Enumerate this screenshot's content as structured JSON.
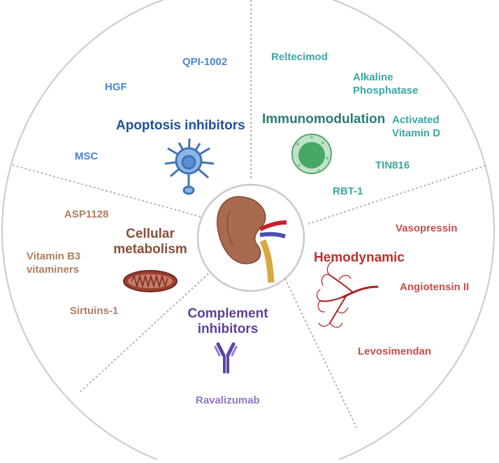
{
  "sectors": {
    "apoptosis": {
      "title": "Apoptosis inhibitors",
      "items": [
        "QPI-1002",
        "HGF",
        "MSC"
      ]
    },
    "immunomodulation": {
      "title": "Immunomodulation",
      "items": [
        "Reltecimod",
        "Alkaline",
        "Phosphatase",
        "Activated",
        "Vitamin D",
        "TIN816",
        "RBT-1"
      ]
    },
    "hemodynamic": {
      "title": "Hemodynamic",
      "items": [
        "Vasopressin",
        "Angiotensin II",
        "Levosimendan"
      ]
    },
    "complement": {
      "title_line1": "Complement",
      "title_line2": "inhibitors",
      "items": [
        "Ravalizumab"
      ]
    },
    "metabolism": {
      "title_line1": "Cellular",
      "title_line2": "metabolism",
      "items": [
        "ASP1128",
        "Vitamin B3",
        "vitaminers",
        "Sirtuins-1"
      ]
    }
  },
  "icons": [
    "apoptotic-cell-icon",
    "immune-cell-icon",
    "vascular-tree-icon",
    "antibody-icon",
    "mitochondrion-icon",
    "kidney-icon"
  ],
  "colors": {
    "apoptosis": "#1f4f9e",
    "immunomodulation": "#2c7d73",
    "hemodynamic": "#c0302b",
    "complement": "#5f3f9e",
    "metabolism": "#8a4e37"
  }
}
